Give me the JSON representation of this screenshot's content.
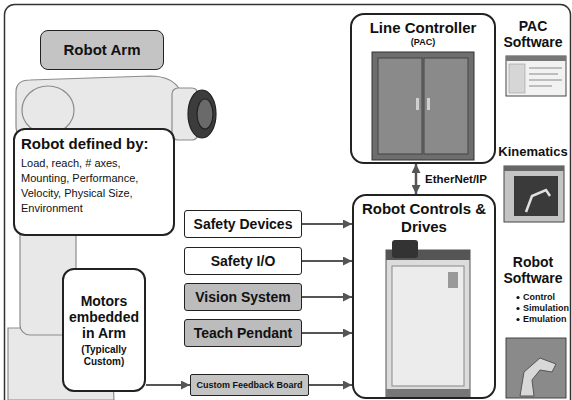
{
  "diagram": {
    "nodes": [
      {
        "text": [
          "Robot Arm"
        ]
      },
      {
        "text": [
          "Line Controller",
          "(PAC)"
        ]
      },
      {
        "text": [
          "Robot defined by:",
          "Load, reach, # axes, Mounting, Performance, Velocity, Physical Size, Environment"
        ]
      },
      {
        "text": [
          "Safety Devices"
        ]
      },
      {
        "text": [
          "Safety I/O"
        ]
      },
      {
        "text": [
          "Vision System"
        ]
      },
      {
        "text": [
          "Teach Pendant"
        ]
      },
      {
        "text": [
          "Robot Controls & Drives"
        ]
      },
      {
        "text": [
          "Motors embedded in Arm",
          "(Typically Custom)"
        ]
      },
      {
        "text": [
          "Custom Feedback Board"
        ]
      }
    ],
    "edges": [
      {
        "from": 3,
        "to": 7,
        "arrow": "to"
      },
      {
        "from": 4,
        "to": 7,
        "arrow": "to"
      },
      {
        "from": 5,
        "to": 7,
        "arrow": "to"
      },
      {
        "from": 6,
        "to": 7,
        "arrow": "to"
      },
      {
        "from": 8,
        "to": 9,
        "arrow": "to"
      },
      {
        "from": 9,
        "to": 7,
        "arrow": "to"
      },
      {
        "from": 1,
        "to": 7,
        "label": "EtherNet/IP",
        "arrow": "both"
      }
    ],
    "labels": [
      "PAC Software",
      "Kinematics",
      "Robot Software",
      "Control",
      "Simulation",
      "Emulation"
    ]
  }
}
